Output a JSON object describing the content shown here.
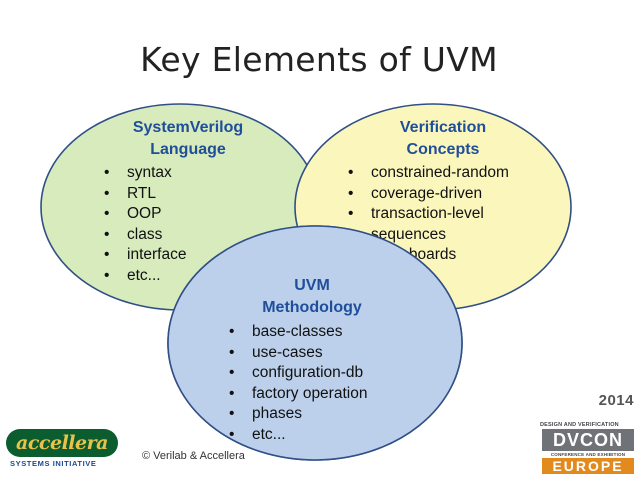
{
  "title": "Key Elements of UVM",
  "venn": {
    "left": {
      "heading": [
        "SystemVerilog",
        "Language"
      ],
      "items": [
        "syntax",
        "RTL",
        "OOP",
        "class",
        "interface",
        "etc..."
      ]
    },
    "right": {
      "heading": [
        "Verification",
        "Concepts"
      ],
      "items": [
        "constrained-random",
        "coverage-driven",
        "transaction-level",
        "sequences",
        "scoreboards"
      ]
    },
    "center": {
      "heading": [
        "UVM",
        "Methodology"
      ],
      "items": [
        "base-classes",
        "use-cases",
        "configuration-db",
        "factory operation",
        "phases",
        "etc..."
      ]
    }
  },
  "colors": {
    "left_fill": "#d7ebbd",
    "right_fill": "#fbf7bc",
    "center_fill": "#bcd0ec",
    "outline": "#2f4f86",
    "heading_text": "#1f4e9a"
  },
  "footer": {
    "copyright": "© Verilab & Accellera",
    "accellera_logo": {
      "word": "accellera",
      "sub": "SYSTEMS INITIATIVE"
    },
    "dvcon_logo": {
      "year": "2014",
      "line1": "DESIGN AND VERIFICATION",
      "main": "DVCON",
      "line2": "CONFERENCE AND EXHIBITION",
      "region": "EUROPE"
    }
  }
}
